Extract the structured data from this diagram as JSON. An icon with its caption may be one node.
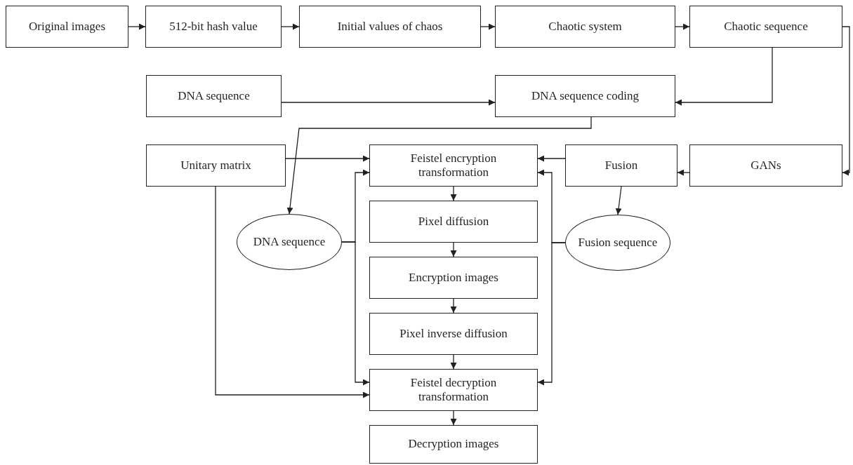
{
  "diagram": {
    "nodes": [
      {
        "text": [
          "Original images"
        ]
      },
      {
        "text": [
          "512-bit hash value"
        ]
      },
      {
        "text": [
          "Initial values of chaos"
        ]
      },
      {
        "text": [
          "Chaotic system"
        ]
      },
      {
        "text": [
          "Chaotic sequence"
        ]
      },
      {
        "text": [
          "DNA sequence"
        ]
      },
      {
        "text": [
          "DNA sequence coding"
        ]
      },
      {
        "text": [
          "Unitary matrix"
        ]
      },
      {
        "text": [
          "Feistel encryption transformation"
        ]
      },
      {
        "text": [
          "Fusion"
        ]
      },
      {
        "text": [
          "GANs"
        ]
      },
      {
        "text": [
          "DNA sequence"
        ]
      },
      {
        "text": [
          "Pixel diffusion"
        ]
      },
      {
        "text": [
          "Fusion sequence"
        ]
      },
      {
        "text": [
          "Encryption images"
        ]
      },
      {
        "text": [
          "Pixel inverse diffusion"
        ]
      },
      {
        "text": [
          "Feistel decryption transformation"
        ]
      },
      {
        "text": [
          "Decryption images"
        ]
      }
    ],
    "edges": [
      {
        "from": 0,
        "to": 1,
        "arrow": "to"
      },
      {
        "from": 1,
        "to": 2,
        "arrow": "to"
      },
      {
        "from": 2,
        "to": 3,
        "arrow": "to"
      },
      {
        "from": 3,
        "to": 4,
        "arrow": "to"
      },
      {
        "from": 4,
        "to": 6,
        "arrow": "to"
      },
      {
        "from": 5,
        "to": 6,
        "arrow": "to"
      },
      {
        "from": 6,
        "to": 11,
        "arrow": "to"
      },
      {
        "from": 7,
        "to": 8,
        "arrow": "to"
      },
      {
        "from": 7,
        "to": 16,
        "arrow": "to"
      },
      {
        "from": 11,
        "to": 8,
        "arrow": "to"
      },
      {
        "from": 11,
        "to": 16,
        "arrow": "to"
      },
      {
        "from": 9,
        "to": 8,
        "arrow": "to"
      },
      {
        "from": 13,
        "to": 8,
        "arrow": "to"
      },
      {
        "from": 13,
        "to": 16,
        "arrow": "to"
      },
      {
        "from": 10,
        "to": 9,
        "arrow": "to"
      },
      {
        "from": 4,
        "to": 10,
        "arrow": "to"
      },
      {
        "from": 9,
        "to": 13,
        "arrow": "to"
      },
      {
        "from": 8,
        "to": 12,
        "arrow": "to"
      },
      {
        "from": 12,
        "to": 14,
        "arrow": "to"
      },
      {
        "from": 14,
        "to": 15,
        "arrow": "to"
      },
      {
        "from": 15,
        "to": 16,
        "arrow": "to"
      },
      {
        "from": 16,
        "to": 17,
        "arrow": "to"
      }
    ]
  }
}
